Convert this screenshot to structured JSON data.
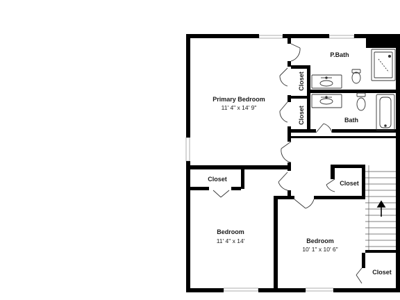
{
  "floor_plan": {
    "rooms": {
      "primary_bedroom": {
        "name": "Primary Bedroom",
        "dims": "11' 4\" x 14' 9\""
      },
      "p_bath": {
        "name": "P.Bath"
      },
      "bath": {
        "name": "Bath"
      },
      "bedroom_1": {
        "name": "Bedroom",
        "dims": "11' 4\" x 14'"
      },
      "bedroom_2": {
        "name": "Bedroom",
        "dims": "10' 1\" x 10' 6\""
      }
    },
    "closets": {
      "primary_closet_1": "Closet",
      "primary_closet_2": "Closet",
      "bedroom_1_closet": "Closet",
      "hall_closet": "Closet",
      "bedroom_2_closet": "Closet"
    },
    "fixture_icons": [
      "toilet-icon",
      "sink-icon",
      "shower-icon",
      "bathtub-icon",
      "stair-arrow-icon"
    ],
    "colors": {
      "wall": "#000000",
      "background": "#ffffff",
      "fixture": "#333333",
      "window": "#9a9a9a"
    }
  }
}
